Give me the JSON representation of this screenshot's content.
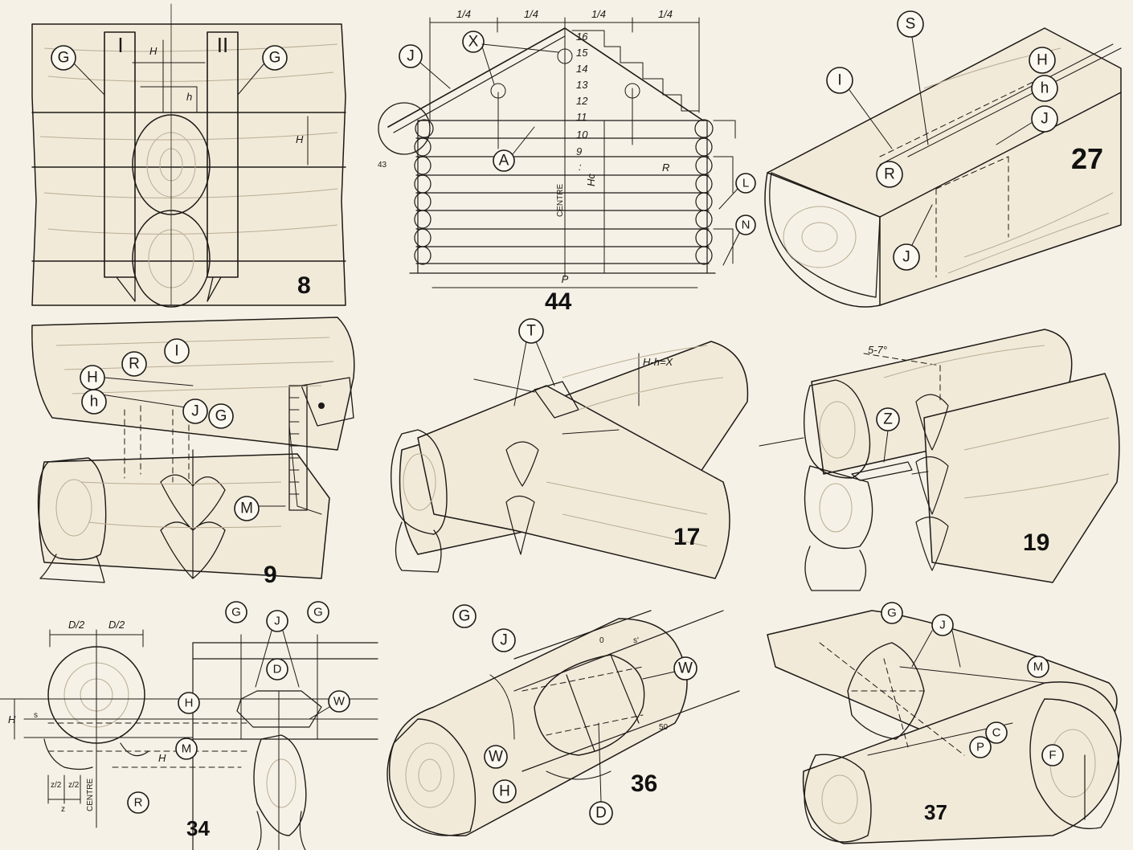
{
  "figures": [
    {
      "id": "fig8",
      "number": "8",
      "labels": {
        "left_callout": "G",
        "right_callout": "G",
        "scribe_I": "I",
        "scribe_II": "II",
        "dim_H_top": "H",
        "dim_h": "h",
        "dim_H_side": "H"
      }
    },
    {
      "id": "fig44",
      "number": "44",
      "labels": {
        "quarter_1": "1/4",
        "quarter_2": "1/4",
        "quarter_3": "1/4",
        "quarter_4": "1/4",
        "callout_J": "J",
        "callout_X": "X",
        "callout_A": "A",
        "callout_L": "L",
        "callout_N": "N",
        "ref_43": "43",
        "dim_R": "R",
        "dim_Hc": "Hc",
        "dim_P": "P",
        "centre_label": "CENTRE",
        "course_numbers": [
          "16",
          "15",
          "14",
          "13",
          "12",
          "11",
          "10",
          "9",
          ":"
        ]
      }
    },
    {
      "id": "fig27",
      "number": "27",
      "labels": {
        "callout_S": "S",
        "callout_I": "I",
        "callout_H": "H",
        "callout_h": "h",
        "callout_J_top": "J",
        "callout_R": "R",
        "callout_J_bottom": "J"
      }
    },
    {
      "id": "fig9",
      "number": "9",
      "labels": {
        "callout_H": "H",
        "callout_R": "R",
        "callout_I": "I",
        "callout_h": "h",
        "callout_J": "J",
        "callout_G": "G",
        "callout_M": "M"
      }
    },
    {
      "id": "fig17",
      "number": "17",
      "labels": {
        "callout_T": "T",
        "formula": "H-h=X"
      }
    },
    {
      "id": "fig19",
      "number": "19",
      "labels": {
        "callout_Z": "Z",
        "angle": "5-7°"
      }
    },
    {
      "id": "fig34",
      "number": "34",
      "labels": {
        "d_half_left": "D/2",
        "d_half_right": "D/2",
        "callout_H": "H",
        "callout_M": "M",
        "callout_R": "R",
        "callout_G_left": "G",
        "callout_J": "J",
        "callout_G_right": "G",
        "callout_D": "D",
        "callout_W": "W",
        "dim_H": "H",
        "dim_s": "s",
        "dim_z": "z",
        "dim_z_half_1": "z/2",
        "dim_z_half_2": "z/2",
        "centre_label": "CENTRE"
      }
    },
    {
      "id": "fig36",
      "number": "36",
      "labels": {
        "callout_G": "G",
        "callout_J": "J",
        "callout_W_right": "W",
        "callout_W_left": "W",
        "callout_H": "H",
        "callout_D": "D",
        "dim_s": "s'",
        "dim_50": "50",
        "dim_0": "0"
      }
    },
    {
      "id": "fig37",
      "number": "37",
      "labels": {
        "callout_G": "G",
        "callout_J": "J",
        "callout_M": "M",
        "callout_C": "C",
        "callout_P": "P",
        "callout_F": "F"
      }
    }
  ],
  "colors": {
    "paper": "#f6f1e6",
    "ink": "#1d1a17",
    "wood": "#f2ead9",
    "grain": "#b9ac93"
  }
}
